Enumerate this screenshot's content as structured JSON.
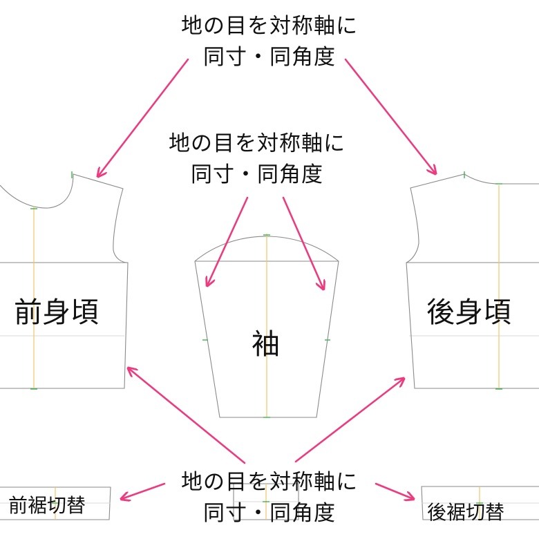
{
  "notes": {
    "top": {
      "line1": "地の目を対称軸に",
      "line2": "同寸・同角度"
    },
    "middle": {
      "line1": "地の目を対称軸に",
      "line2": "同寸・同角度"
    },
    "bottom": {
      "line1": "地の目を対称軸に",
      "line2": "同寸・同角度"
    }
  },
  "pieces": {
    "front_bodice": "前身頃",
    "sleeve": "袖",
    "back_bodice": "後身頃",
    "front_hem": "前裾切替",
    "back_hem": "後裾切替"
  },
  "colors": {
    "arrow": "#ee3a7e",
    "outline": "#8a8a8a",
    "grainline": "#f2c46a",
    "guide": "#d8d8d8",
    "marker": "#3bb54a",
    "text": "#111111"
  }
}
